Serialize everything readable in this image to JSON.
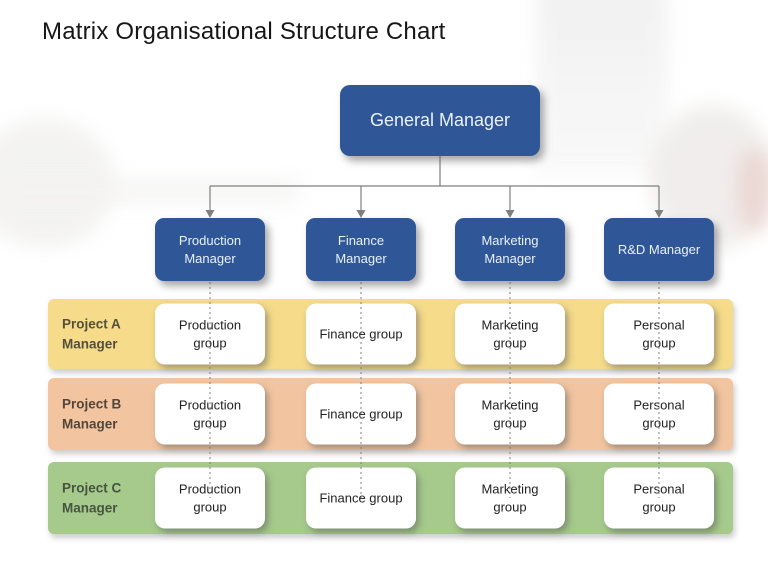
{
  "slide": {
    "title": "Matrix Organisational Structure Chart"
  },
  "org_chart": {
    "root": {
      "label": "General Manager"
    },
    "managers": [
      {
        "label": "Production\nManager"
      },
      {
        "label": "Finance\nManager"
      },
      {
        "label": "Marketing\nManager"
      },
      {
        "label": "R&D Manager"
      }
    ],
    "project_rows": [
      {
        "label": "Project A\nManager",
        "band_color": "#F5DB8A",
        "label_color": "#54503B",
        "groups": [
          "Production\ngroup",
          "Finance group",
          "Marketing\ngroup",
          "Personal\ngroup"
        ]
      },
      {
        "label": "Project B\nManager",
        "band_color": "#F2C5A0",
        "label_color": "#53463B",
        "groups": [
          "Production\ngroup",
          "Finance group",
          "Marketing\ngroup",
          "Personal\ngroup"
        ]
      },
      {
        "label": "Project C\nManager",
        "band_color": "#A6CA8C",
        "label_color": "#475440",
        "groups": [
          "Production\ngroup",
          "Finance group",
          "Marketing\ngroup",
          "Personal\ngroup"
        ]
      }
    ],
    "colors": {
      "manager_box": "#2F5797",
      "manager_text": "#EAF1FB",
      "group_box": "#FFFFFF",
      "group_text": "#222222",
      "connector": "#7F7F7F"
    }
  }
}
